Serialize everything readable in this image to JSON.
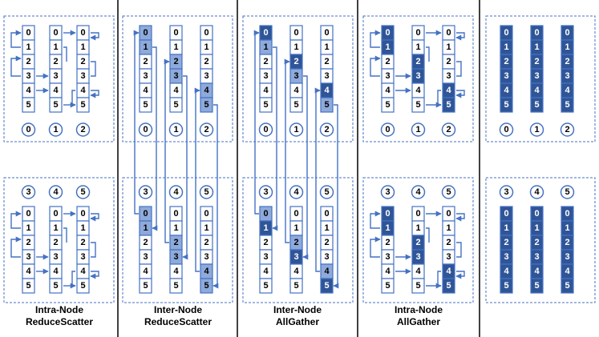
{
  "panels": [
    {
      "title_line1": "Intra-Node",
      "title_line2": "ReduceScatter",
      "stage": "intra-reducescatter"
    },
    {
      "title_line1": "Inter-Node",
      "title_line2": "ReduceScatter",
      "stage": "inter-reducescatter"
    },
    {
      "title_line1": "Inter-Node",
      "title_line2": "AllGather",
      "stage": "inter-allgather"
    },
    {
      "title_line1": "Intra-Node",
      "title_line2": "AllGather",
      "stage": "intra-allgather"
    },
    {
      "title_line1": "",
      "title_line2": "",
      "stage": "final"
    }
  ],
  "gpu_labels_top": [
    "0",
    "1",
    "2"
  ],
  "gpu_labels_bottom": [
    "3",
    "4",
    "5"
  ],
  "chunk_labels": [
    "0",
    "1",
    "2",
    "3",
    "4",
    "5"
  ],
  "colors": {
    "outline": "#4472c4",
    "light_fill": "#8eaadb",
    "dark_fill": "#2f5597",
    "separator": "#000000"
  }
}
